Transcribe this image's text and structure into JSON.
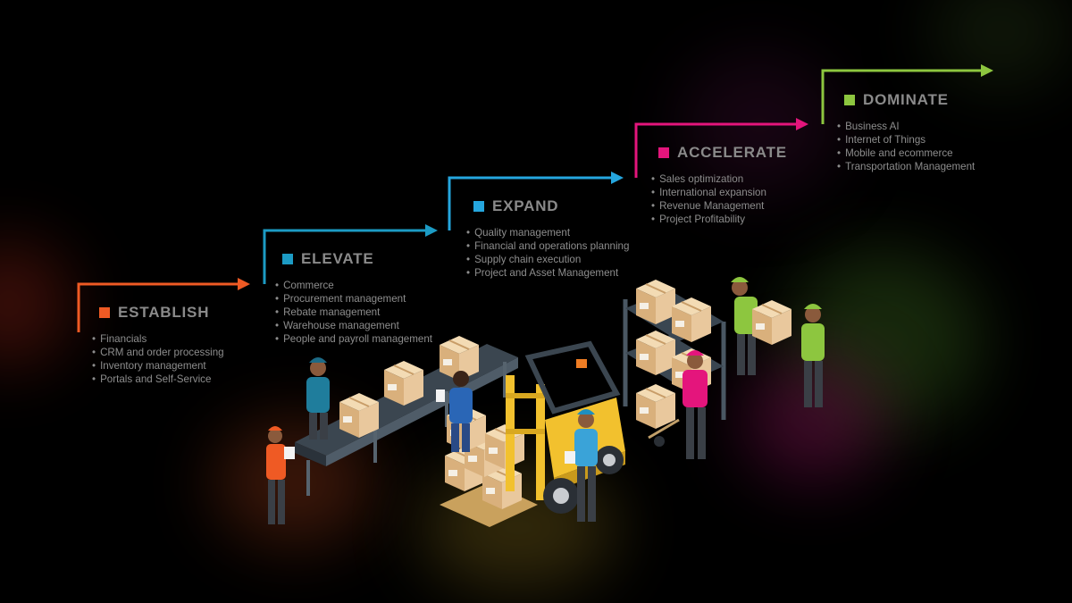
{
  "stages": [
    {
      "label": "ESTABLISH",
      "color": "#ef5a24",
      "items": [
        "Financials",
        "CRM and order processing",
        "Inventory management",
        "Portals and Self-Service"
      ]
    },
    {
      "label": "ELEVATE",
      "color": "#1c9bc4",
      "items": [
        "Commerce",
        "Procurement management",
        "Rebate management",
        "Warehouse management",
        "People and payroll management"
      ]
    },
    {
      "label": "EXPAND",
      "color": "#25a6de",
      "items": [
        "Quality management",
        "Financial and operations planning",
        "Supply chain execution",
        "Project and Asset Management"
      ]
    },
    {
      "label": "ACCELERATE",
      "color": "#e4157c",
      "items": [
        "Sales optimization",
        "International expansion",
        "Revenue Management",
        "Project Profitability"
      ]
    },
    {
      "label": "DOMINATE",
      "color": "#8dc63f",
      "items": [
        "Business AI",
        "Internet of Things",
        "Mobile and ecommerce",
        "Transportation Management"
      ]
    }
  ],
  "illustration": {
    "name": "warehouse-operations-illustration",
    "box_color": "#e9c89d",
    "forklift_color": "#f2c12e"
  }
}
